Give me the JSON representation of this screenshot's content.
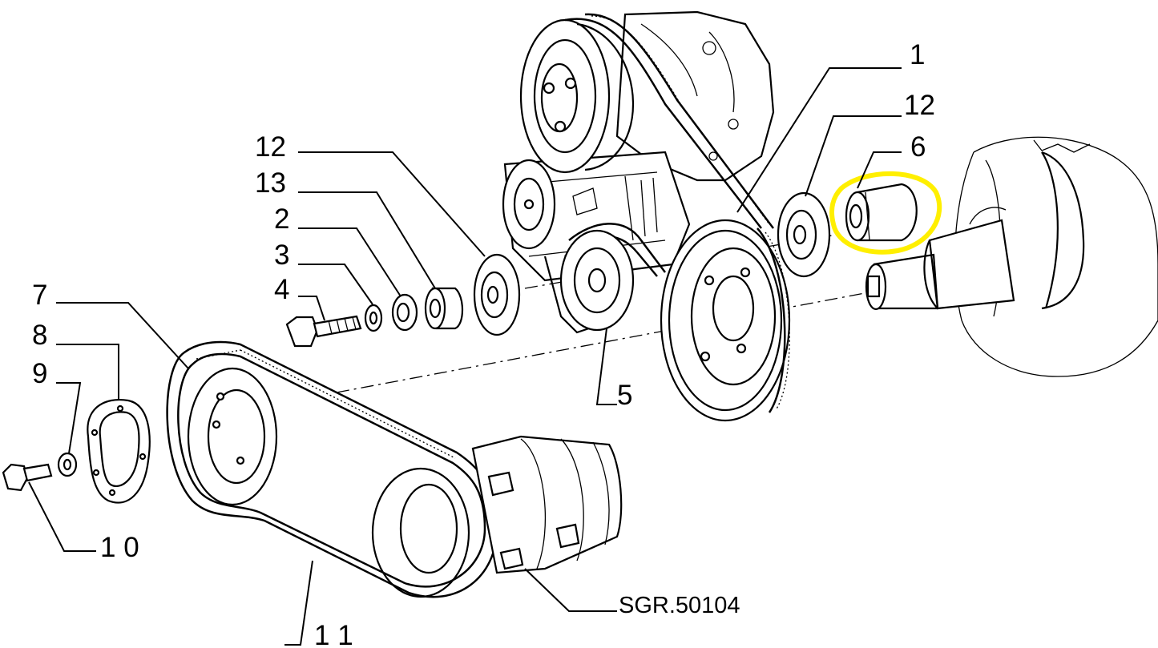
{
  "callouts": {
    "c1": "1",
    "c2": "2",
    "c3": "3",
    "c4": "4",
    "c5": "5",
    "c6": "6",
    "c7": "7",
    "c8": "8",
    "c9": "9",
    "c10": "1 0",
    "c11": "1 1",
    "c12_left": "12",
    "c12_right": "12",
    "c13": "13"
  },
  "reference": "SGR.50104",
  "highlight": {
    "color": "#ffef00",
    "target_part": "6"
  },
  "parts": [
    "alternator",
    "alternator-belt",
    "tensioner-pulley",
    "crankshaft-pulley",
    "spacer-washer",
    "bush-6",
    "crankshaft",
    "bolt-4",
    "washer-3",
    "spacer-2",
    "bush-13",
    "washer-12",
    "belt-11",
    "flange-8",
    "washer-9",
    "bolt-10",
    "ac-compressor",
    "compressor-pulley"
  ]
}
